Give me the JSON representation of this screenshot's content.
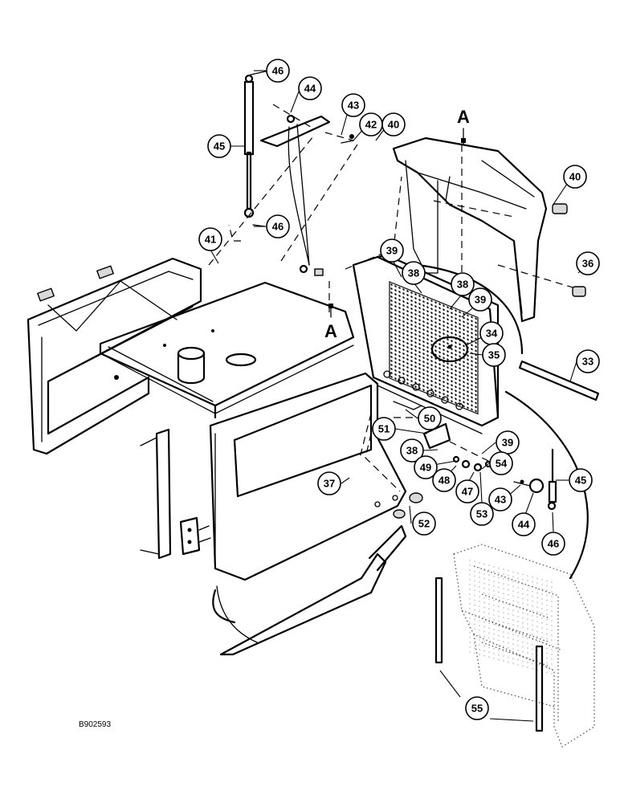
{
  "drawing": {
    "reference_id": "B902593",
    "section_markers": [
      "A",
      "A"
    ]
  },
  "callouts": [
    {
      "id": "46",
      "label": "46"
    },
    {
      "id": "44",
      "label": "44"
    },
    {
      "id": "43",
      "label": "43"
    },
    {
      "id": "42",
      "label": "42"
    },
    {
      "id": "40a",
      "label": "40"
    },
    {
      "id": "45a",
      "label": "45"
    },
    {
      "id": "46b",
      "label": "46"
    },
    {
      "id": "41",
      "label": "41"
    },
    {
      "id": "40b",
      "label": "40"
    },
    {
      "id": "36",
      "label": "36"
    },
    {
      "id": "39a",
      "label": "39"
    },
    {
      "id": "38a",
      "label": "38"
    },
    {
      "id": "38b",
      "label": "38"
    },
    {
      "id": "39b",
      "label": "39"
    },
    {
      "id": "34",
      "label": "34"
    },
    {
      "id": "35",
      "label": "35"
    },
    {
      "id": "33",
      "label": "33"
    },
    {
      "id": "50",
      "label": "50"
    },
    {
      "id": "51",
      "label": "51"
    },
    {
      "id": "38c",
      "label": "38"
    },
    {
      "id": "39c",
      "label": "39"
    },
    {
      "id": "54",
      "label": "54"
    },
    {
      "id": "49",
      "label": "49"
    },
    {
      "id": "48",
      "label": "48"
    },
    {
      "id": "47",
      "label": "47"
    },
    {
      "id": "53",
      "label": "53"
    },
    {
      "id": "43b",
      "label": "43"
    },
    {
      "id": "44b",
      "label": "44"
    },
    {
      "id": "45b",
      "label": "45"
    },
    {
      "id": "46c",
      "label": "46"
    },
    {
      "id": "37",
      "label": "37"
    },
    {
      "id": "52",
      "label": "52"
    },
    {
      "id": "55",
      "label": "55"
    }
  ]
}
